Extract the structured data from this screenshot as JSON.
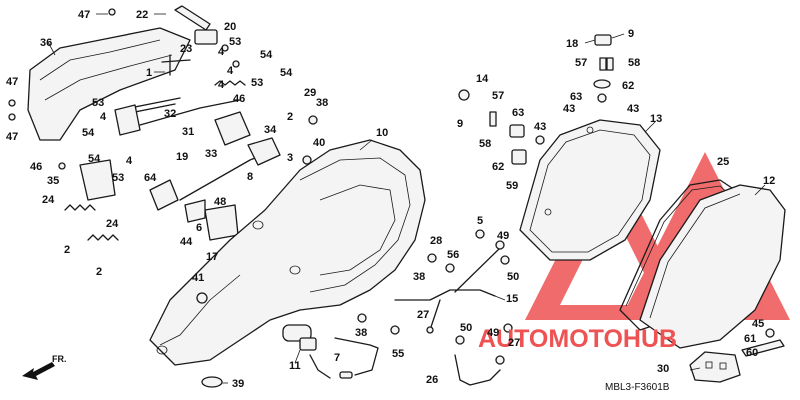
{
  "figure_code": "MBL3-F3601B",
  "direction_label": "FR.",
  "watermark": {
    "text": "AUTOMOTOHUB",
    "color": "#ee5252"
  },
  "callouts": [
    {
      "id": "c47a",
      "text": "47"
    },
    {
      "id": "c22",
      "text": "22"
    },
    {
      "id": "c20",
      "text": "20"
    },
    {
      "id": "c36",
      "text": "36"
    },
    {
      "id": "c23",
      "text": "23"
    },
    {
      "id": "c4a",
      "text": "4"
    },
    {
      "id": "c53a",
      "text": "53"
    },
    {
      "id": "c54a",
      "text": "54"
    },
    {
      "id": "c1",
      "text": "1"
    },
    {
      "id": "c4b",
      "text": "4"
    },
    {
      "id": "c54b",
      "text": "54"
    },
    {
      "id": "c47b",
      "text": "47"
    },
    {
      "id": "c4c",
      "text": "4"
    },
    {
      "id": "c53b",
      "text": "53"
    },
    {
      "id": "c46a",
      "text": "46"
    },
    {
      "id": "c29",
      "text": "29"
    },
    {
      "id": "c38a",
      "text": "38"
    },
    {
      "id": "c53c",
      "text": "53"
    },
    {
      "id": "c32",
      "text": "32"
    },
    {
      "id": "c2a",
      "text": "2"
    },
    {
      "id": "c4d",
      "text": "4"
    },
    {
      "id": "c47c",
      "text": "47"
    },
    {
      "id": "c54c",
      "text": "54"
    },
    {
      "id": "c31",
      "text": "31"
    },
    {
      "id": "c34",
      "text": "34"
    },
    {
      "id": "c10",
      "text": "10"
    },
    {
      "id": "c40",
      "text": "40"
    },
    {
      "id": "c54d",
      "text": "54"
    },
    {
      "id": "c4e",
      "text": "4"
    },
    {
      "id": "c33",
      "text": "33"
    },
    {
      "id": "c3",
      "text": "3"
    },
    {
      "id": "c46b",
      "text": "46"
    },
    {
      "id": "c19",
      "text": "19"
    },
    {
      "id": "c35",
      "text": "35"
    },
    {
      "id": "c53d",
      "text": "53"
    },
    {
      "id": "c64",
      "text": "64"
    },
    {
      "id": "c8",
      "text": "8"
    },
    {
      "id": "c24a",
      "text": "24"
    },
    {
      "id": "c44",
      "text": "44"
    },
    {
      "id": "c48",
      "text": "48"
    },
    {
      "id": "c24b",
      "text": "24"
    },
    {
      "id": "c6",
      "text": "6"
    },
    {
      "id": "c2b",
      "text": "2"
    },
    {
      "id": "c17",
      "text": "17"
    },
    {
      "id": "c2c",
      "text": "2"
    },
    {
      "id": "c41",
      "text": "41"
    },
    {
      "id": "c11",
      "text": "11"
    },
    {
      "id": "c7",
      "text": "7"
    },
    {
      "id": "c39",
      "text": "39"
    },
    {
      "id": "c14",
      "text": "14"
    },
    {
      "id": "c9a",
      "text": "9"
    },
    {
      "id": "c57a",
      "text": "57"
    },
    {
      "id": "c58a",
      "text": "58"
    },
    {
      "id": "c63a",
      "text": "63"
    },
    {
      "id": "c62a",
      "text": "62"
    },
    {
      "id": "c59",
      "text": "59"
    },
    {
      "id": "c43a",
      "text": "43"
    },
    {
      "id": "c18",
      "text": "18"
    },
    {
      "id": "c9b",
      "text": "9"
    },
    {
      "id": "c57b",
      "text": "57"
    },
    {
      "id": "c58b",
      "text": "58"
    },
    {
      "id": "c62b",
      "text": "62"
    },
    {
      "id": "c63b",
      "text": "63"
    },
    {
      "id": "c43b",
      "text": "43"
    },
    {
      "id": "c43c",
      "text": "43"
    },
    {
      "id": "c13",
      "text": "13"
    },
    {
      "id": "c25",
      "text": "25"
    },
    {
      "id": "c12",
      "text": "12"
    },
    {
      "id": "c5",
      "text": "5"
    },
    {
      "id": "c49a",
      "text": "49"
    },
    {
      "id": "c28",
      "text": "28"
    },
    {
      "id": "c56",
      "text": "56"
    },
    {
      "id": "c38b",
      "text": "38"
    },
    {
      "id": "c50a",
      "text": "50"
    },
    {
      "id": "c15",
      "text": "15"
    },
    {
      "id": "c27a",
      "text": "27"
    },
    {
      "id": "c38c",
      "text": "38"
    },
    {
      "id": "c55",
      "text": "55"
    },
    {
      "id": "c50b",
      "text": "50"
    },
    {
      "id": "c49b",
      "text": "49"
    },
    {
      "id": "c27b",
      "text": "27"
    },
    {
      "id": "c26",
      "text": "26"
    },
    {
      "id": "c45",
      "text": "45"
    },
    {
      "id": "c61",
      "text": "61"
    },
    {
      "id": "c60",
      "text": "60"
    },
    {
      "id": "c30",
      "text": "30"
    }
  ]
}
